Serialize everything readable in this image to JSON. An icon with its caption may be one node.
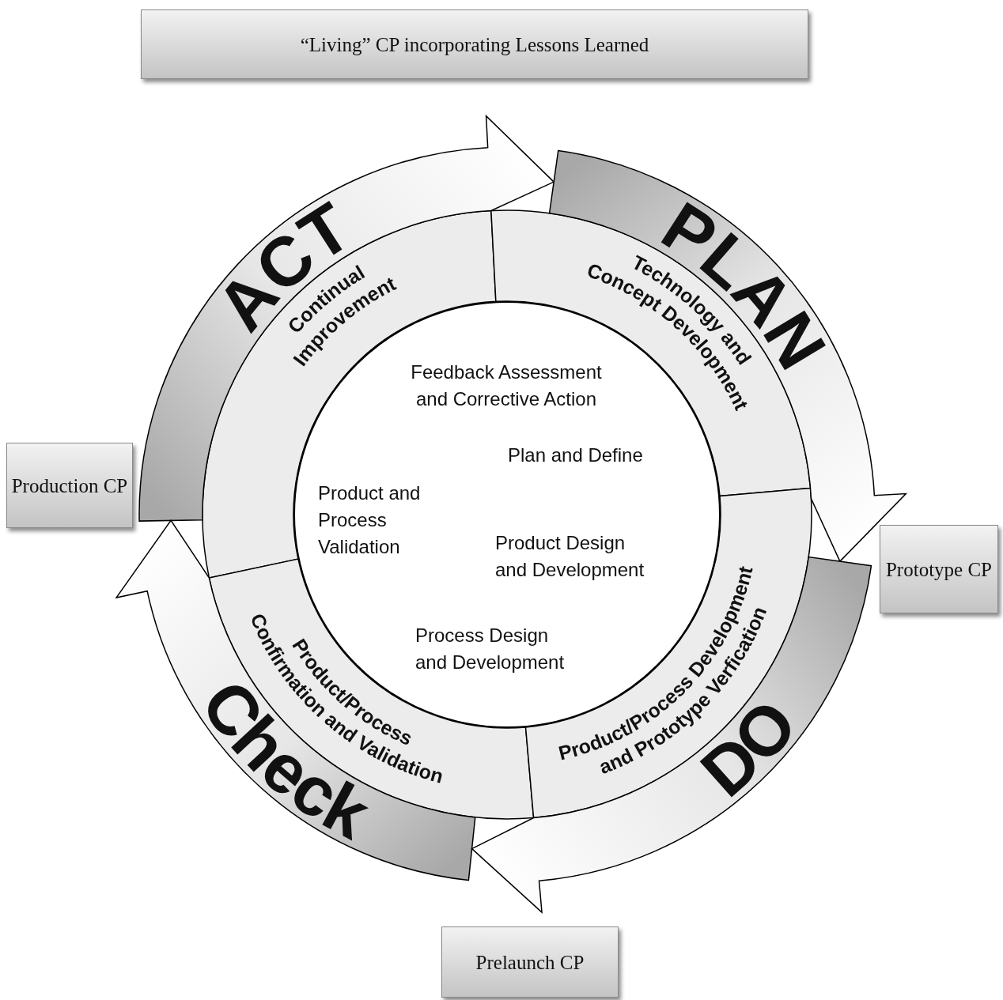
{
  "diagram": {
    "nodes": [
      {
        "text": [
          "“Living” CP incorporating Lessons Learned"
        ]
      },
      {
        "text": [
          "ACT"
        ]
      },
      {
        "text": [
          "PLAN"
        ]
      },
      {
        "text": [
          "Continual Improvement"
        ]
      },
      {
        "text": [
          "Technology and Concept Development"
        ]
      },
      {
        "text": [
          "Feedback Assessment and Corrective Action",
          "Plan and Define",
          "Product and Process Validation",
          "Product Design and Development",
          "Process Design and Development"
        ]
      },
      {
        "text": [
          "Production CP"
        ]
      },
      {
        "text": [
          "Prototype CP"
        ]
      },
      {
        "text": [
          "Product/Process Confirmation and Validation"
        ]
      },
      {
        "text": [
          "Product/Process Development and Prototype Verfication"
        ]
      },
      {
        "text": [
          "Check"
        ]
      },
      {
        "text": [
          "DO"
        ]
      },
      {
        "text": [
          "Prelaunch CP"
        ]
      }
    ]
  }
}
